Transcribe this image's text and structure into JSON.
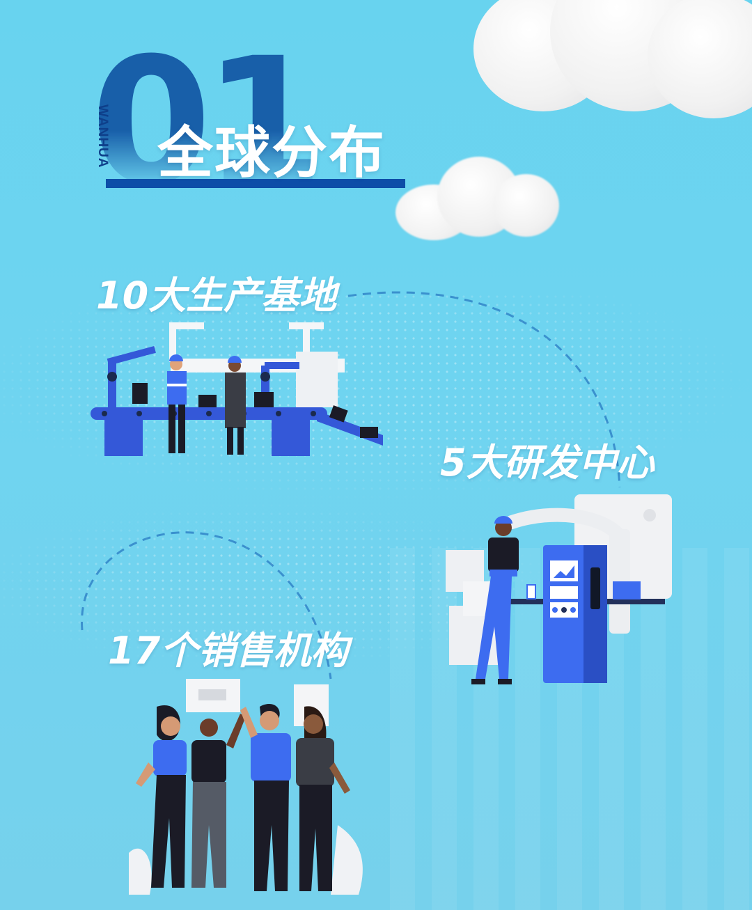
{
  "header": {
    "number": "01",
    "brand": "WANHUA",
    "title": "全球分布"
  },
  "sections": [
    {
      "label": "10大生产基地",
      "illustration": "factory-assembly-line-illustration"
    },
    {
      "label": "5大研发中心",
      "illustration": "research-lab-illustration"
    },
    {
      "label": "17个销售机构",
      "illustration": "team-high-five-illustration"
    }
  ],
  "colors": {
    "background": "#6fd4f0",
    "accent_blue": "#3d6cf0",
    "dark_blue": "#1459a6",
    "white": "#ffffff"
  }
}
